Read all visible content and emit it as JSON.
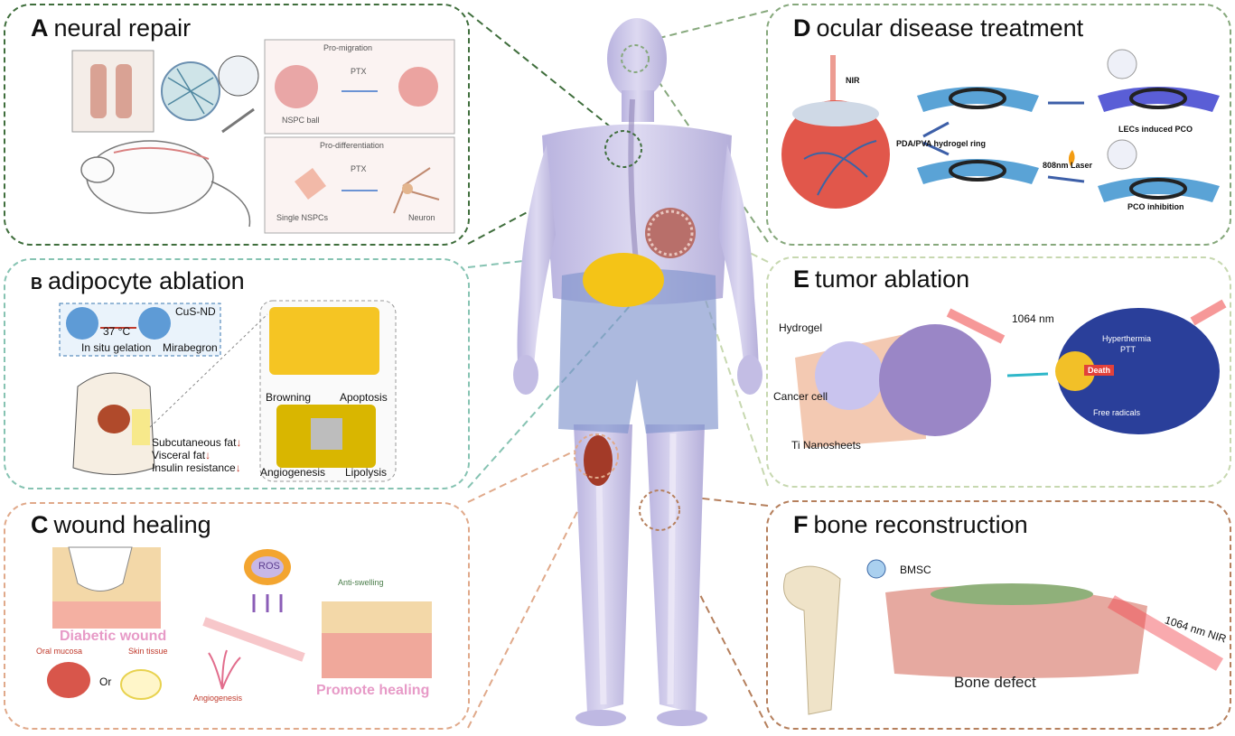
{
  "colors": {
    "neural": "#3f6e3c",
    "adipocyte": "#86c3b2",
    "wound": "#e0a98a",
    "ocular": "#86a87c",
    "tumor": "#c7d8b0",
    "bone": "#b57f5c",
    "body": "#c9c4e6",
    "fat": "#f4c417"
  },
  "panels": {
    "a": {
      "letter": "A",
      "title": "neural repair",
      "labels": {
        "pro_migration": "Pro-migration",
        "ptx1": "PTX",
        "nspc_ball": "NSPC ball",
        "pro_differentiation": "Pro-differentiation",
        "ptx2": "PTX",
        "single_nspcs": "Single NSPCs",
        "neuron": "Neuron"
      }
    },
    "b": {
      "letter": "B",
      "title": "adipocyte ablation",
      "labels": {
        "cus_nd": "CuS-ND",
        "temp": "37 °C",
        "gelation": "In situ gelation",
        "mirabegron": "Mirabegron",
        "browning": "Browning",
        "apoptosis": "Apoptosis",
        "angiogenesis": "Angiogenesis",
        "lipolysis": "Lipolysis",
        "subcutaneous": "Subcutaneous fat",
        "visceral": "Visceral fat",
        "insulin": "Insulin resistance",
        "down_arrow": "↓"
      }
    },
    "c": {
      "letter": "C",
      "title": "wound healing",
      "labels": {
        "ros": "ROS",
        "anti_swelling": "Anti-swelling",
        "diabetic_wound": "Diabetic wound",
        "oral_mucosa": "Oral mucosa",
        "skin_tissue": "Skin tissue",
        "or": "Or",
        "angiogenesis": "Angiogenesis",
        "promote_healing": "Promote healing"
      }
    },
    "d": {
      "letter": "D",
      "title": "ocular disease treatment",
      "labels": {
        "nir": "NIR",
        "hydrogel_ring": "PDA/PVA hydrogel ring",
        "laser": "808nm Laser",
        "lecs_pco": "LECs induced PCO",
        "pco_inhibition": "PCO inhibition"
      }
    },
    "e": {
      "letter": "E",
      "title": "tumor ablation",
      "labels": {
        "wavelength": "1064 nm",
        "hydrogel": "Hydrogel",
        "cancer_cell": "Cancer cell",
        "ti_nanosheets": "Ti Nanosheets",
        "hyperthermia": "Hyperthermia",
        "ptt": "PTT",
        "death": "Death",
        "free_radicals": "Free radicals"
      }
    },
    "f": {
      "letter": "F",
      "title": "bone reconstruction",
      "labels": {
        "bmsc": "BMSC",
        "nir": "1064 nm NIR",
        "bone_defect": "Bone defect"
      }
    }
  }
}
